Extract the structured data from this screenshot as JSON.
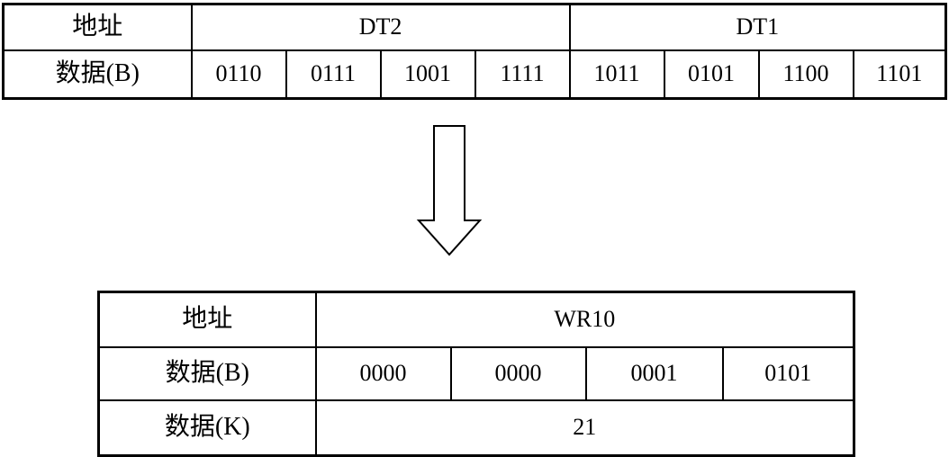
{
  "figure": {
    "background_color": "#ffffff",
    "line_color": "#000000",
    "arrow_icon": "down-arrow"
  },
  "top_table": {
    "address_label": "地址",
    "data_label": "数据(B)",
    "registers": [
      {
        "name": "DT2"
      },
      {
        "name": "DT1"
      }
    ],
    "bits": [
      "0110",
      "0111",
      "1001",
      "1111",
      "1011",
      "0101",
      "1100",
      "1101"
    ]
  },
  "bottom_table": {
    "address_label": "地址",
    "data_b_label": "数据(B)",
    "data_k_label": "数据(K)",
    "register_name": "WR10",
    "bits": [
      "0000",
      "0000",
      "0001",
      "0101"
    ],
    "decimal_value": "21"
  }
}
